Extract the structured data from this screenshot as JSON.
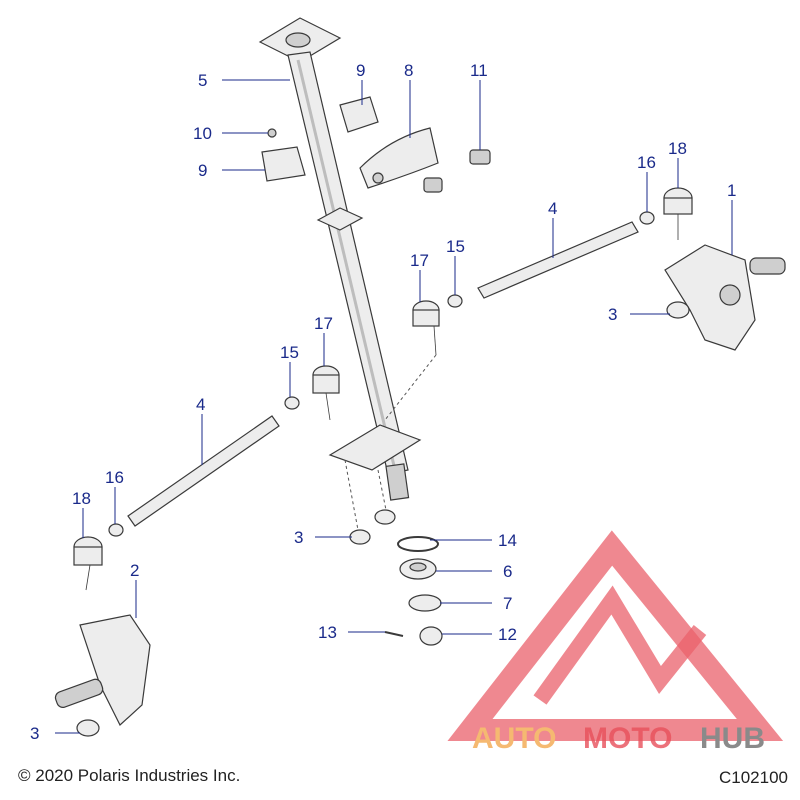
{
  "footer": {
    "copyright": "© 2020 Polaris Industries Inc.",
    "drawing_code": "C102100"
  },
  "watermark": {
    "word_part1": "AUTO",
    "word_part2": "MOTO",
    "word_part3": "HUB",
    "color_orange": "#f5b971",
    "color_red": "#e8505b",
    "color_gray": "#8a8a8a"
  },
  "callouts": [
    {
      "id": "c5",
      "label": "5"
    },
    {
      "id": "c9a",
      "label": "9"
    },
    {
      "id": "c8",
      "label": "8"
    },
    {
      "id": "c11",
      "label": "11"
    },
    {
      "id": "c10",
      "label": "10"
    },
    {
      "id": "c9b",
      "label": "9"
    },
    {
      "id": "c16a",
      "label": "16"
    },
    {
      "id": "c18a",
      "label": "18"
    },
    {
      "id": "c1",
      "label": "1"
    },
    {
      "id": "c4a",
      "label": "4"
    },
    {
      "id": "c17a",
      "label": "17"
    },
    {
      "id": "c15a",
      "label": "15"
    },
    {
      "id": "c3a",
      "label": "3"
    },
    {
      "id": "c17b",
      "label": "17"
    },
    {
      "id": "c15b",
      "label": "15"
    },
    {
      "id": "c4b",
      "label": "4"
    },
    {
      "id": "c16b",
      "label": "16"
    },
    {
      "id": "c18b",
      "label": "18"
    },
    {
      "id": "c3b",
      "label": "3"
    },
    {
      "id": "c14",
      "label": "14"
    },
    {
      "id": "c6",
      "label": "6"
    },
    {
      "id": "c7",
      "label": "7"
    },
    {
      "id": "c2",
      "label": "2"
    },
    {
      "id": "c13",
      "label": "13"
    },
    {
      "id": "c12",
      "label": "12"
    },
    {
      "id": "c3c",
      "label": "3"
    }
  ]
}
